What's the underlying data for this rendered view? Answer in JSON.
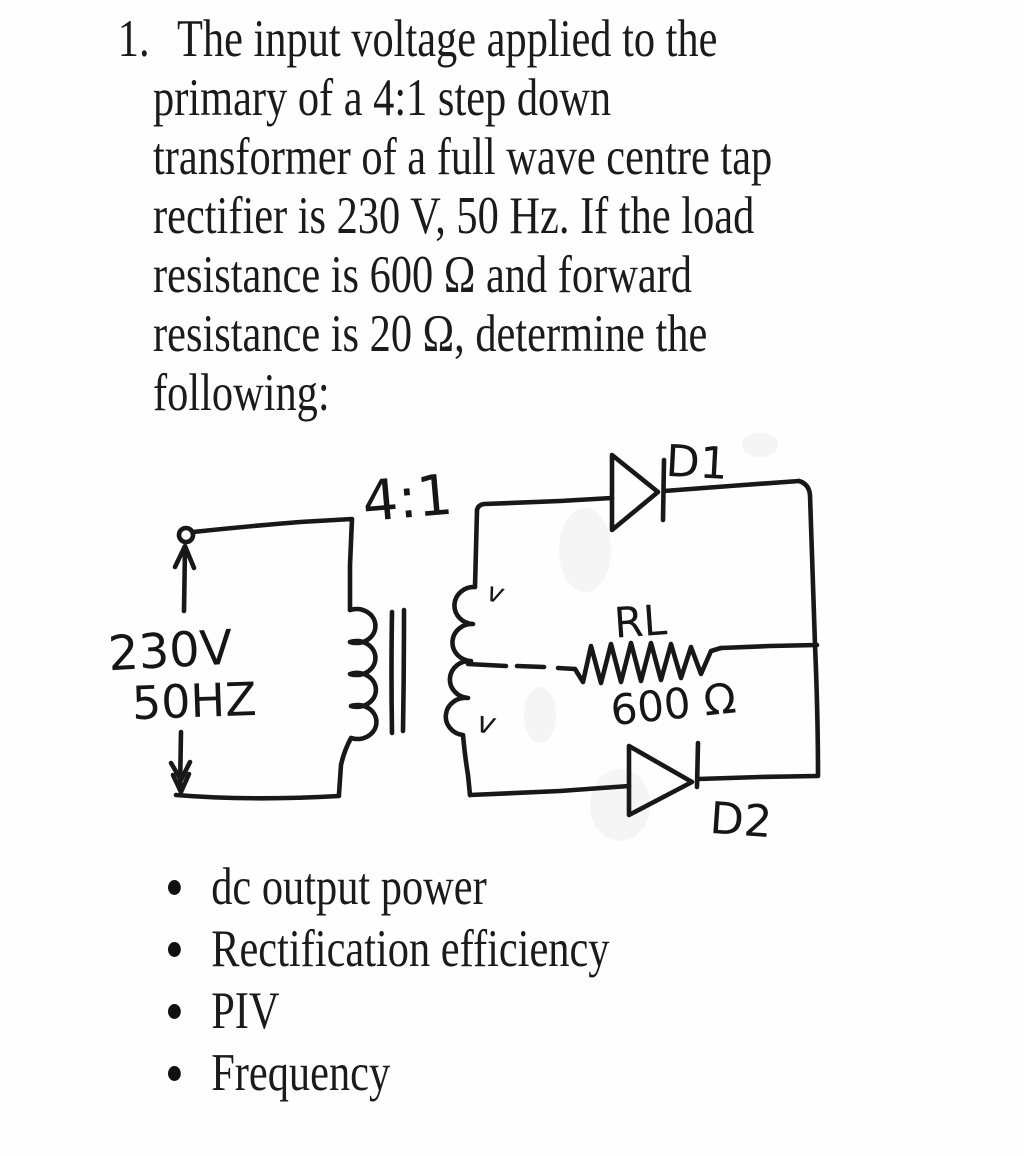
{
  "page": {
    "background": "#fefefe",
    "ink_color": "#181818",
    "text_color": "#1b1b1b"
  },
  "question": {
    "number": "1.",
    "lines": [
      "The input voltage applied to the",
      "primary of a 4:1 step down",
      "transformer of a full wave centre tap",
      "rectifier is 230 V, 50 Hz. If the load",
      "resistance is 600 Ω and forward",
      "resistance is 20 Ω, determine the",
      "following:"
    ]
  },
  "circuit": {
    "turns_ratio_label": "4:1",
    "source_voltage_label": "230V",
    "source_frequency_label": "50HZ",
    "diode1_label": "D1",
    "diode2_label": "D2",
    "load_name_label": "RL",
    "load_value_label": "600 Ω",
    "winding_mark_top": "v",
    "winding_mark_bottom": "v"
  },
  "bullets": {
    "items": [
      "dc output power",
      "Rectification efficiency",
      "PIV",
      "Frequency"
    ]
  }
}
